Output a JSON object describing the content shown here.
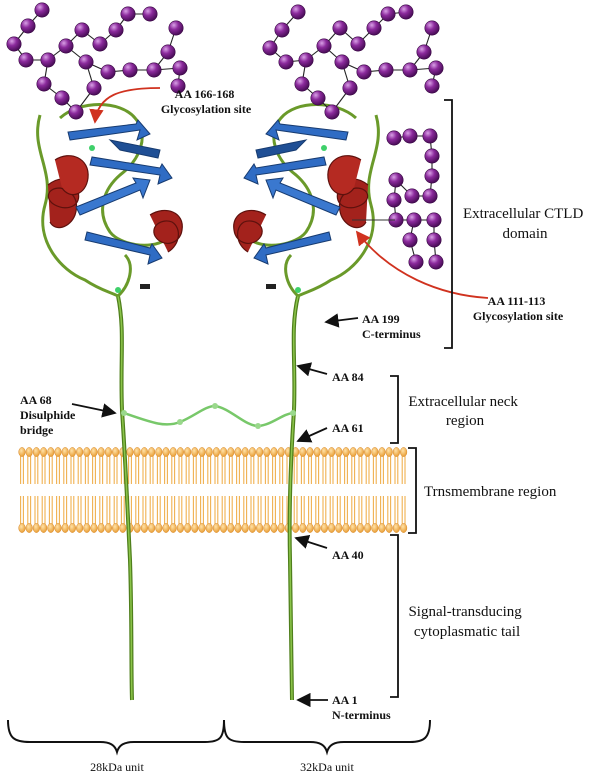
{
  "labels": {
    "glyco_top": [
      "AA 166-168",
      "Glycosylation site"
    ],
    "glyco_right": [
      "AA 111-113",
      "Glycosylation site"
    ],
    "aa199": [
      "AA 199",
      "C-terminus"
    ],
    "aa84": "AA 84",
    "aa61": "AA 61",
    "aa68": [
      "AA 68",
      "Disulphide",
      "bridge"
    ],
    "aa40": "AA 40",
    "aa1": [
      "AA 1",
      "N-terminus"
    ],
    "unit_left": "28kDa unit",
    "unit_right": "32kDa unit"
  },
  "regions": {
    "ctld": [
      "Extracellular CTLD",
      "domain"
    ],
    "neck": [
      "Extracellular neck",
      "region"
    ],
    "transmembrane": "Trnsmembrane region",
    "tail": [
      "Signal-transducing",
      "cytoplasmatic tail"
    ]
  },
  "colors": {
    "glycan": "#7b1a8c",
    "helix": "#a3221c",
    "sheet": "#2f6cc4",
    "coil": "#6a9a2a",
    "membrane": "#f2b457",
    "pointer_red": "#d0321f",
    "bridge": "#78c86a"
  }
}
